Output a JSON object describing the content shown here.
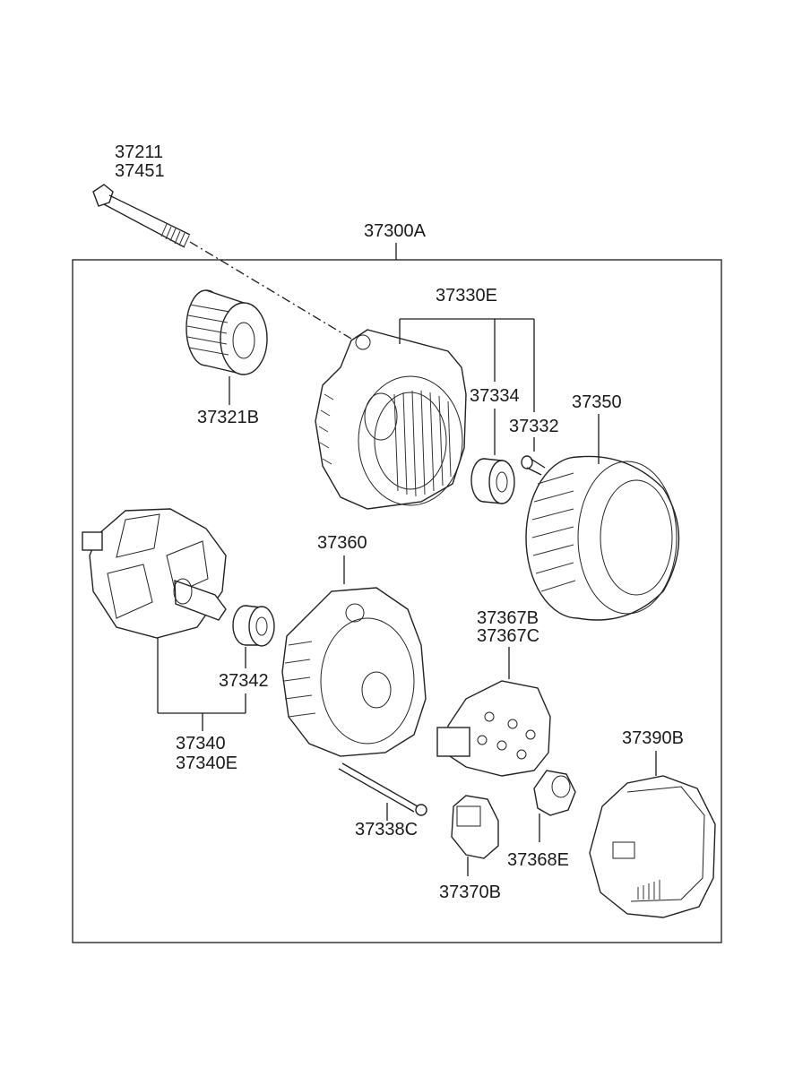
{
  "labels": {
    "bolt_a": "37211",
    "bolt_b": "37451",
    "assembly": "37300A",
    "front_bracket": "37330E",
    "bearing_front": "37334",
    "screw": "37332",
    "stator": "37350",
    "pulley": "37321B",
    "rotor_a": "37340",
    "rotor_b": "37340E",
    "bearing_rear": "37342",
    "rear_bracket": "37360",
    "rectifier_a": "37367B",
    "rectifier_b": "37367C",
    "through_bolt": "37338C",
    "regulator": "37370B",
    "brush_holder": "37368E",
    "cover": "37390B"
  }
}
